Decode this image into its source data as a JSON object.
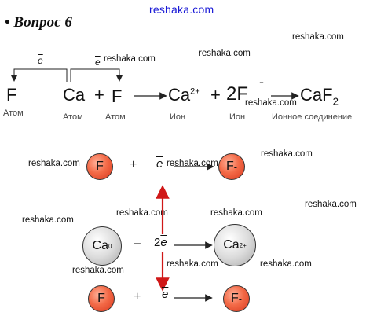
{
  "watermarks": {
    "top": "reshaka.com",
    "w1": "reshaka.com",
    "w2": "reshaka.com",
    "w3": "reshaka.com",
    "w4": "reshaka.com",
    "w5": "reshaka.com",
    "w6": "reshaka.com",
    "w7": "reshaka.com",
    "w8": "reshaka.com",
    "w9": "reshaka.com",
    "w10": "reshaka.com",
    "w11": "reshaka.com",
    "w12": "reshaka.com",
    "w13": "reshaka.com",
    "w14": "reshaka.com"
  },
  "heading": "• Вопрос 6",
  "equation": {
    "e_label_1": "e",
    "e_label_2": "e",
    "f1": "F",
    "ca": "Ca",
    "plus1": "+",
    "f2": "F",
    "ca_ion_base": "Ca",
    "ca_ion_charge": "2+",
    "plus2": "+",
    "two_f": "2F",
    "f_charge": "-",
    "caf_base": "CaF",
    "caf_sub": "2",
    "sub_atom1": "Атом",
    "sub_atom2": "Атом",
    "sub_atom3": "Атом",
    "sub_ion1": "Ион",
    "sub_ion2": "Ион",
    "sub_compound": "Ионное соединение"
  },
  "diagram": {
    "f_left_top": "F",
    "plus_top": "+",
    "e_top": "e",
    "f_right_top": "F",
    "f_right_top_charge": "-",
    "ca0_base": "Ca",
    "ca0_charge": "0",
    "minus": "–",
    "two_e_coef": "2",
    "two_e": "e",
    "ca2_base": "Ca",
    "ca2_charge": "2+",
    "f_left_bottom": "F",
    "plus_bottom": "+",
    "e_bottom": "e",
    "f_right_bottom": "F",
    "f_right_bottom_charge": "-"
  },
  "colors": {
    "red_ball": "#f36a47",
    "grey_ball": "#d3d3d3",
    "arrow_red": "#d01818"
  }
}
